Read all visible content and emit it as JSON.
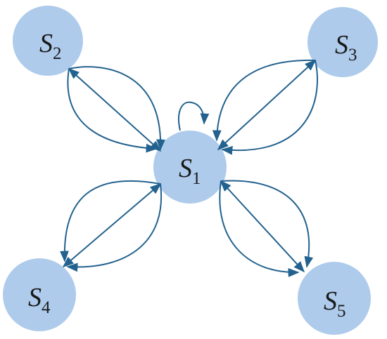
{
  "diagram": {
    "nodes": [
      {
        "id": "s1",
        "letter": "S",
        "index": "1"
      },
      {
        "id": "s2",
        "letter": "S",
        "index": "2"
      },
      {
        "id": "s3",
        "letter": "S",
        "index": "3"
      },
      {
        "id": "s4",
        "letter": "S",
        "index": "4"
      },
      {
        "id": "s5",
        "letter": "S",
        "index": "5"
      }
    ],
    "colors": {
      "node_fill": "#aecbeb",
      "edge_stroke": "#23628e",
      "label_text": "#1a1a1a"
    }
  }
}
